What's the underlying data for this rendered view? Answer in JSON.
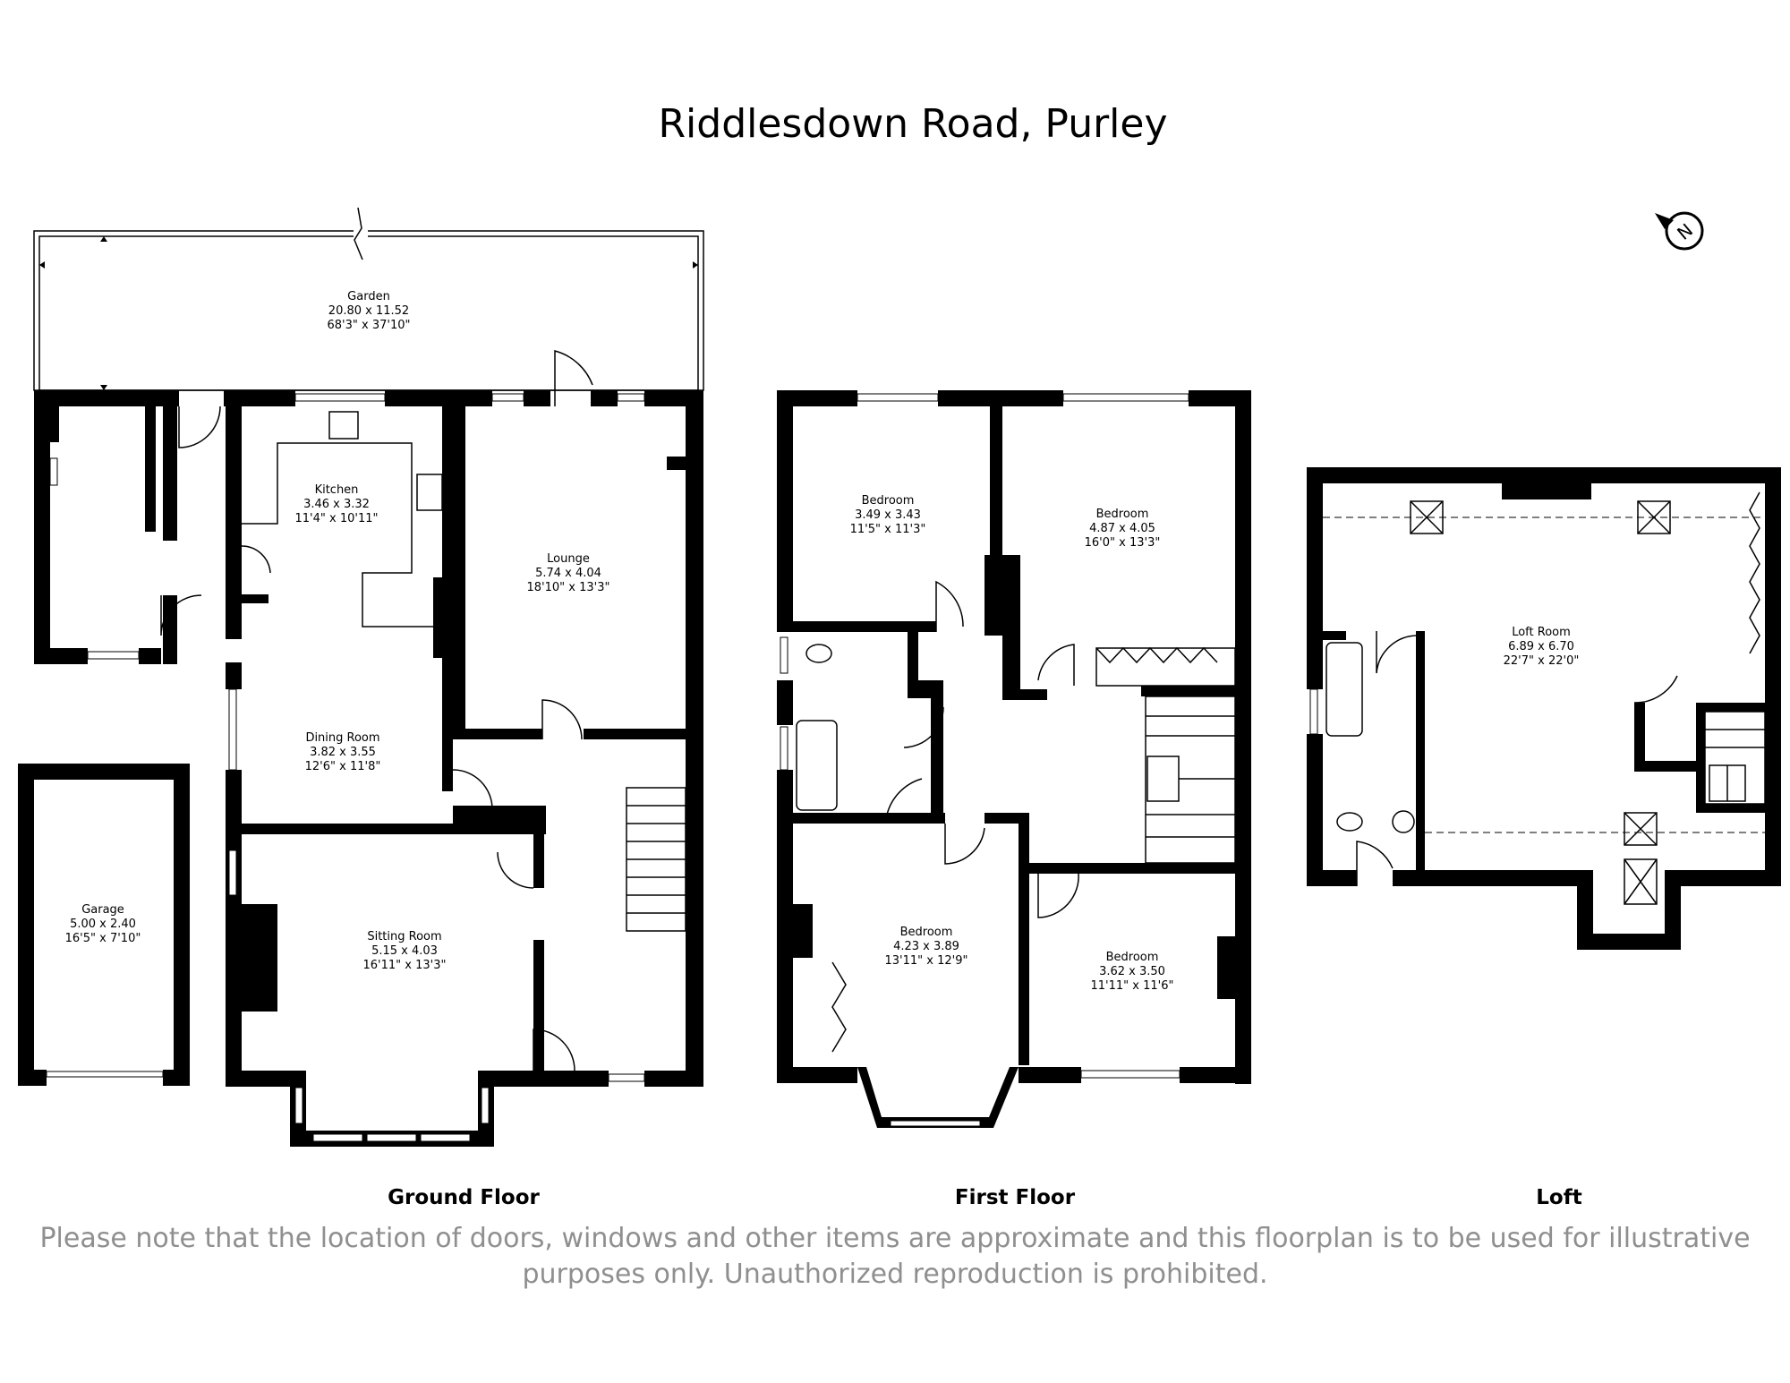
{
  "title": "Riddlesdown Road, Purley",
  "disclaimer": {
    "line1": "Please note that the location of doors, windows and other items are approximate and this floorplan is to be used for illustrative",
    "line2": "purposes only. Unauthorized reproduction is prohibited."
  },
  "floors": {
    "ground": {
      "label": "Ground Floor",
      "rooms": {
        "garden": {
          "name": "Garden",
          "metric": "20.80 x 11.52",
          "imperial": "68'3\" x 37'10\""
        },
        "kitchen": {
          "name": "Kitchen",
          "metric": "3.46 x 3.32",
          "imperial": "11'4\" x 10'11\""
        },
        "lounge": {
          "name": "Lounge",
          "metric": "5.74 x 4.04",
          "imperial": "18'10\" x 13'3\""
        },
        "dining": {
          "name": "Dining Room",
          "metric": "3.82 x 3.55",
          "imperial": "12'6\" x 11'8\""
        },
        "sitting": {
          "name": "Sitting Room",
          "metric": "5.15 x 4.03",
          "imperial": "16'11\" x 13'3\""
        },
        "garage": {
          "name": "Garage",
          "metric": "5.00 x 2.40",
          "imperial": "16'5\" x 7'10\""
        }
      }
    },
    "first": {
      "label": "First Floor",
      "rooms": {
        "bed1": {
          "name": "Bedroom",
          "metric": "3.49 x 3.43",
          "imperial": "11'5\" x 11'3\""
        },
        "bed2": {
          "name": "Bedroom",
          "metric": "4.87 x 4.05",
          "imperial": "16'0\" x 13'3\""
        },
        "bed3": {
          "name": "Bedroom",
          "metric": "4.23 x 3.89",
          "imperial": "13'11\" x 12'9\""
        },
        "bed4": {
          "name": "Bedroom",
          "metric": "3.62 x 3.50",
          "imperial": "11'11\" x 11'6\""
        }
      }
    },
    "loft": {
      "label": "Loft",
      "rooms": {
        "loftroom": {
          "name": "Loft Room",
          "metric": "6.89 x 6.70",
          "imperial": "22'7\" x 22'0\""
        }
      }
    }
  },
  "compass": {
    "letter": "N",
    "icon": "north-arrow-icon"
  }
}
